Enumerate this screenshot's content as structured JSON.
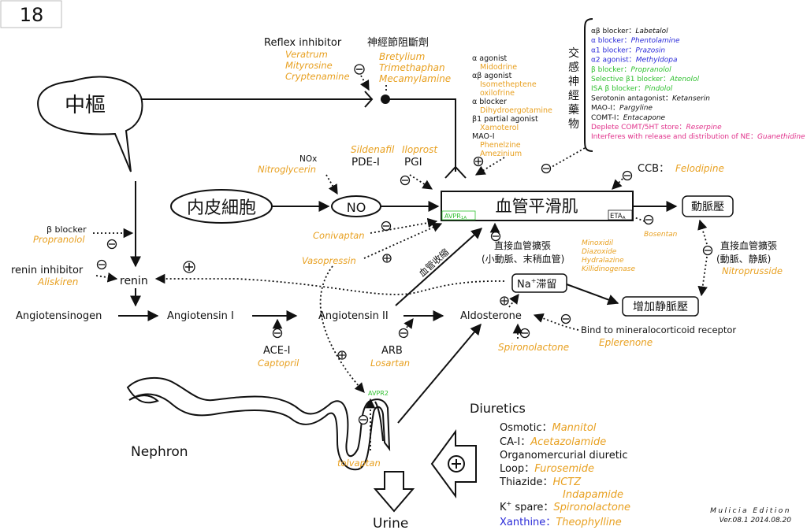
{
  "page_number": "18",
  "cns": "中樞",
  "endothelium": "内皮細胞",
  "no": "NO",
  "smooth_muscle": "血管平滑肌",
  "vasoconstriction": "血管收縮",
  "arteriole_pressure": "動脈壓",
  "venous_pressure": "增加静脈壓",
  "avpr1": "AVPR",
  "avpr1_sub": "1A",
  "avpr2": "AVPR2",
  "eta": "ETA",
  "eta_sub": "A",
  "reflex_inhibitor": "Reflex inhibitor",
  "reflex_drugs": [
    "Veratrum",
    "Mityrosine",
    "Cryptenamine"
  ],
  "ganglion_blocker": "神經節阻斷劑",
  "ganglion_drugs": [
    "Bretylium",
    "Trimethaphan",
    "Mecamylamine"
  ],
  "agonist_groups": [
    {
      "label": "α agonist",
      "drugs": [
        "Midodrine"
      ]
    },
    {
      "label": "αβ agonist",
      "drugs": [
        "Isometheptene",
        "oxilofrine"
      ]
    },
    {
      "label": "α blocker",
      "drugs": [
        "Dihydroergotamine"
      ]
    },
    {
      "label": "β1 partial agonist",
      "drugs": [
        "Xamoterol"
      ]
    },
    {
      "label": "MAO-I",
      "drugs": [
        "Phenelzine",
        "Amezinium"
      ]
    }
  ],
  "sympathetic_label": "交感神經藥物",
  "sympathetic_list": [
    {
      "label": "αβ blocker：",
      "drug": "Labetalol",
      "color": "black"
    },
    {
      "label": "α blocker：",
      "drug": "Phentolamine",
      "color": "blue"
    },
    {
      "label": "α1 blocker：",
      "drug": "Prazosin",
      "color": "blue"
    },
    {
      "label": "α2 agonist：",
      "drug": "Methyldopa",
      "color": "blue"
    },
    {
      "label": "β blocker：",
      "drug": "Propranolol",
      "color": "green"
    },
    {
      "label": "Selective β1 blocker：",
      "drug": "Atenolol",
      "color": "green"
    },
    {
      "label": "ISA β blocker：",
      "drug": "Pindolol",
      "color": "green"
    },
    {
      "label": "Serotonin antagonist：",
      "drug": "Ketanserin",
      "color": "black"
    },
    {
      "label": "MAO-I：",
      "drug": "Pargyline",
      "color": "black"
    },
    {
      "label": "COMT-I：",
      "drug": "Entacapone",
      "color": "black"
    },
    {
      "label": "Deplete COMT/5HT store：",
      "drug": "Reserpine",
      "color": "magenta"
    },
    {
      "label": "Interferes with release and distribution of NE：",
      "drug": "Guanethidine",
      "color": "magenta"
    }
  ],
  "nox": "NOx",
  "nitroglycerin": "Nitroglycerin",
  "sildenafil": "Sildenafil",
  "pde_i": "PDE-I",
  "iloprost": "Iloprost",
  "pgi": "PGI",
  "ccb": "CCB：",
  "felodipine": "Felodipine",
  "bosentan": "Bosentan",
  "conivaptan": "Conivaptan",
  "vasopressin": "Vasopressin",
  "direct_dilator": "直接血管擴張",
  "direct_dilator_sub": "(小動脈、末稍血管)",
  "direct_drugs": [
    "Minoxidil",
    "Diazoxide",
    "Hydralazine",
    "Killidinogenase"
  ],
  "direct_dilator2_sub": "(動脈、静脈)",
  "nitroprusside": "Nitroprusside",
  "beta_blocker": "β blocker",
  "propranolol": "Propranolol",
  "renin_inhibitor": "renin inhibitor",
  "aliskiren": "Aliskiren",
  "renin": "renin",
  "angiotensinogen": "Angiotensinogen",
  "angiotensin1": "Angiotensin I",
  "angiotensin2": "Angiotensin II",
  "aldosterone": "Aldosterone",
  "na_retention_sup": "+",
  "na_retention": "Na",
  "na_retention_rest": "滞留",
  "ace_i": "ACE-I",
  "captopril": "Captopril",
  "arb": "ARB",
  "losartan": "Losartan",
  "spironolactone": "Spironolactone",
  "bind_mr": "Bind to mineralocorticoid receptor",
  "eplerenone": "Eplerenone",
  "nephron": "Nephron",
  "tolvaptan": "tolvaptan",
  "urine": "Urine",
  "diuretics_title": "Diuretics",
  "diuretics": [
    {
      "label": "Osmotic：",
      "drug": "Mannitol"
    },
    {
      "label": "CA-I：",
      "drug": "Acetazolamide"
    },
    {
      "label": "Organomercurial diuretic",
      "drug": ""
    },
    {
      "label": "Loop：",
      "drug": "Furosemide"
    },
    {
      "label": "Thiazide：",
      "drug": "HCTZ"
    },
    {
      "label": "",
      "drug": "Indapamide"
    },
    {
      "label": "K+ spare：",
      "drug": "Spironolactone"
    },
    {
      "label": "Xanthine：",
      "drug": "Theophylline"
    }
  ],
  "edition": "Mulicia Edition",
  "version": "Ver.08.1 2014.08.20",
  "colors": {
    "drug": "#e8a020",
    "blue": "#2a2ad8",
    "green": "#30c030",
    "magenta": "#e0308a",
    "avpr": "#30c030"
  }
}
